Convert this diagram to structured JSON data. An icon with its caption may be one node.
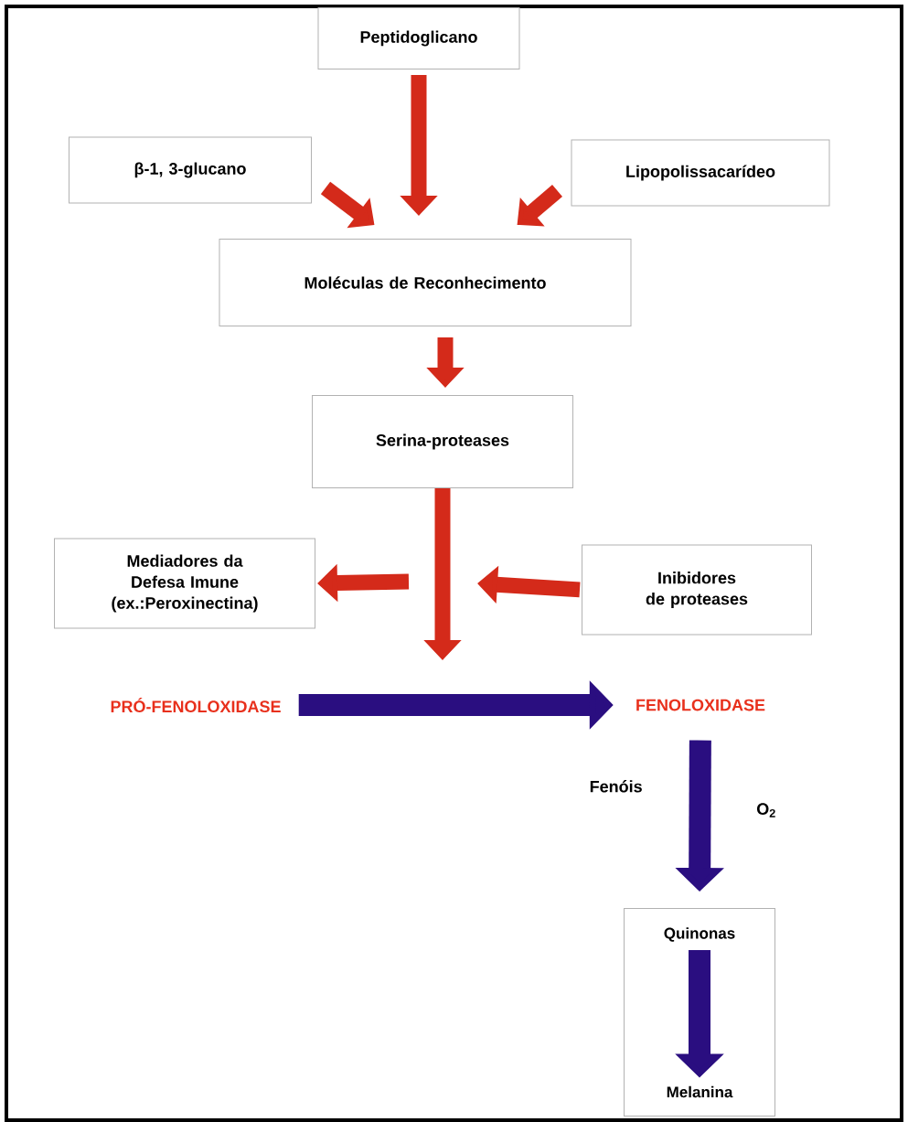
{
  "diagram": {
    "nodes": [
      {
        "text": [
          "Peptidoglicano"
        ]
      },
      {
        "text": [
          "β-1, 3-glucano"
        ]
      },
      {
        "text": [
          "Lipopolissacarídeo"
        ]
      },
      {
        "text": [
          "Moléculas de Reconhecimento"
        ]
      },
      {
        "text": [
          "Serina-proteases"
        ]
      },
      {
        "text": [
          "Mediadores da Defesa Imune (ex.:Peroxinectina)"
        ]
      },
      {
        "text": [
          "Inibidores de proteases"
        ]
      },
      {
        "text": [
          "PRÓ-FENOLOXIDASE"
        ]
      },
      {
        "text": [
          "FENOLOXIDASE"
        ]
      },
      {
        "text": [],
        "shape": "box"
      },
      {
        "text": [
          "Quinonas"
        ],
        "in": 9
      },
      {
        "text": [
          "Melanina"
        ],
        "in": 9
      }
    ],
    "edges": [
      {
        "from": 0,
        "to": 3,
        "arrow": "to"
      },
      {
        "from": 1,
        "to": 3,
        "arrow": "to"
      },
      {
        "from": 2,
        "to": 3,
        "arrow": "to"
      },
      {
        "from": 3,
        "to": 4,
        "arrow": "to"
      },
      {
        "from": 4,
        "to": null,
        "arrow": "to"
      },
      {
        "from": null,
        "to": 5,
        "arrow": "to"
      },
      {
        "from": 6,
        "to": null,
        "arrow": "to"
      },
      {
        "from": 7,
        "to": 8,
        "arrow": "to",
        "color": "#2a0e80"
      },
      {
        "from": 8,
        "to": 9,
        "arrow": "to",
        "color": "#2a0e80",
        "label": "Fenóis"
      },
      {
        "from": 10,
        "to": 11,
        "arrow": "to",
        "color": "#2a0e80"
      }
    ],
    "labels": [
      "O$_{2}$"
    ]
  }
}
